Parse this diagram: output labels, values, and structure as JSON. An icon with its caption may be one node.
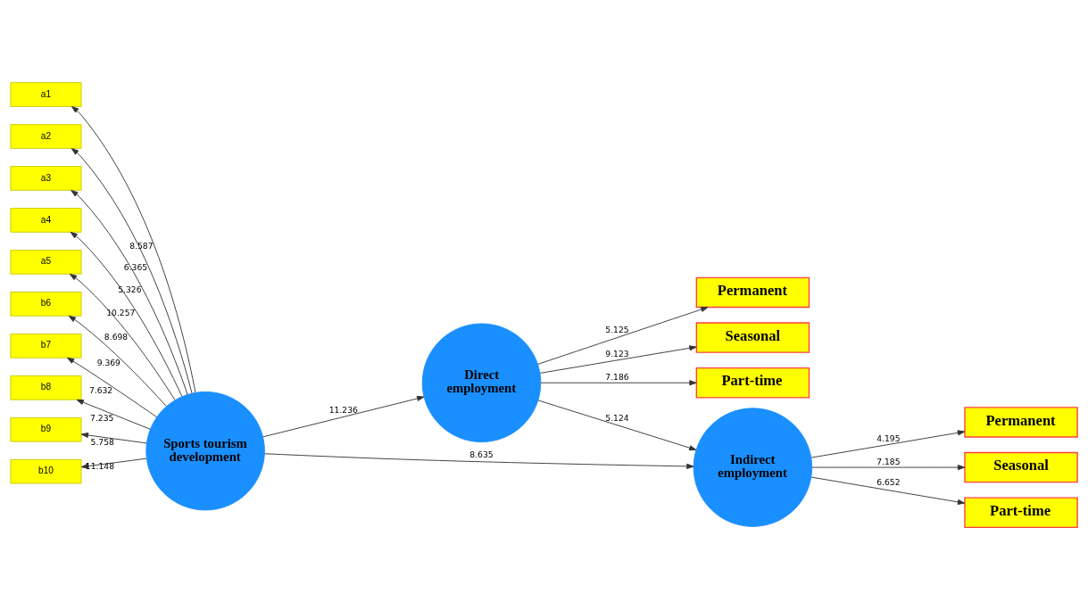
{
  "diagram": {
    "nodes": [
      {
        "text": [
          "a1"
        ]
      },
      {
        "text": [
          "a2"
        ]
      },
      {
        "text": [
          "a3"
        ]
      },
      {
        "text": [
          "a4"
        ]
      },
      {
        "text": [
          "a5"
        ]
      },
      {
        "text": [
          "b6"
        ]
      },
      {
        "text": [
          "b7"
        ]
      },
      {
        "text": [
          "b8"
        ]
      },
      {
        "text": [
          "b9"
        ]
      },
      {
        "text": [
          "b10"
        ]
      },
      {
        "text": [
          "Sports tourism development"
        ]
      },
      {
        "text": [
          "Direct employment"
        ]
      },
      {
        "text": [
          "Permanent"
        ]
      },
      {
        "text": [
          "Seasonal"
        ]
      },
      {
        "text": [
          "Part-time"
        ]
      },
      {
        "text": [
          "Indirect employment"
        ]
      },
      {
        "text": [
          "Permanent"
        ]
      },
      {
        "text": [
          "Seasonal"
        ]
      },
      {
        "text": [
          "Part-time"
        ]
      }
    ],
    "edges": [
      {
        "from": 10,
        "to": 0,
        "arrow": "to",
        "label": "8.587"
      },
      {
        "from": 10,
        "to": 1,
        "arrow": "to",
        "label": "6.365"
      },
      {
        "from": 10,
        "to": 2,
        "arrow": "to",
        "label": "5.326"
      },
      {
        "from": 10,
        "to": 3,
        "arrow": "to",
        "label": "10.257"
      },
      {
        "from": 10,
        "to": 4,
        "arrow": "to",
        "label": "8.698"
      },
      {
        "from": 10,
        "to": 5,
        "arrow": "to",
        "label": "9.369"
      },
      {
        "from": 10,
        "to": 6,
        "arrow": "to",
        "label": "7.632"
      },
      {
        "from": 10,
        "to": 7,
        "arrow": "to",
        "label": "7.235"
      },
      {
        "from": 10,
        "to": 8,
        "arrow": "to",
        "label": "5.758"
      },
      {
        "from": 10,
        "to": 9,
        "arrow": "to",
        "label": "11.148"
      },
      {
        "from": 10,
        "to": 11,
        "arrow": "to",
        "label": "11.236"
      },
      {
        "from": 10,
        "to": 15,
        "arrow": "to",
        "label": "8.635"
      },
      {
        "from": 11,
        "to": 15,
        "arrow": "to",
        "label": "5.124"
      },
      {
        "from": 11,
        "to": 12,
        "arrow": "to",
        "label": "5.125"
      },
      {
        "from": 11,
        "to": 13,
        "arrow": "to",
        "label": "9.123"
      },
      {
        "from": 11,
        "to": 14,
        "arrow": "to",
        "label": "7.186"
      },
      {
        "from": 15,
        "to": 16,
        "arrow": "to",
        "label": "4.195"
      },
      {
        "from": 15,
        "to": 17,
        "arrow": "to",
        "label": "7.185"
      },
      {
        "from": 15,
        "to": 18,
        "arrow": "to",
        "label": "6.652"
      }
    ]
  }
}
